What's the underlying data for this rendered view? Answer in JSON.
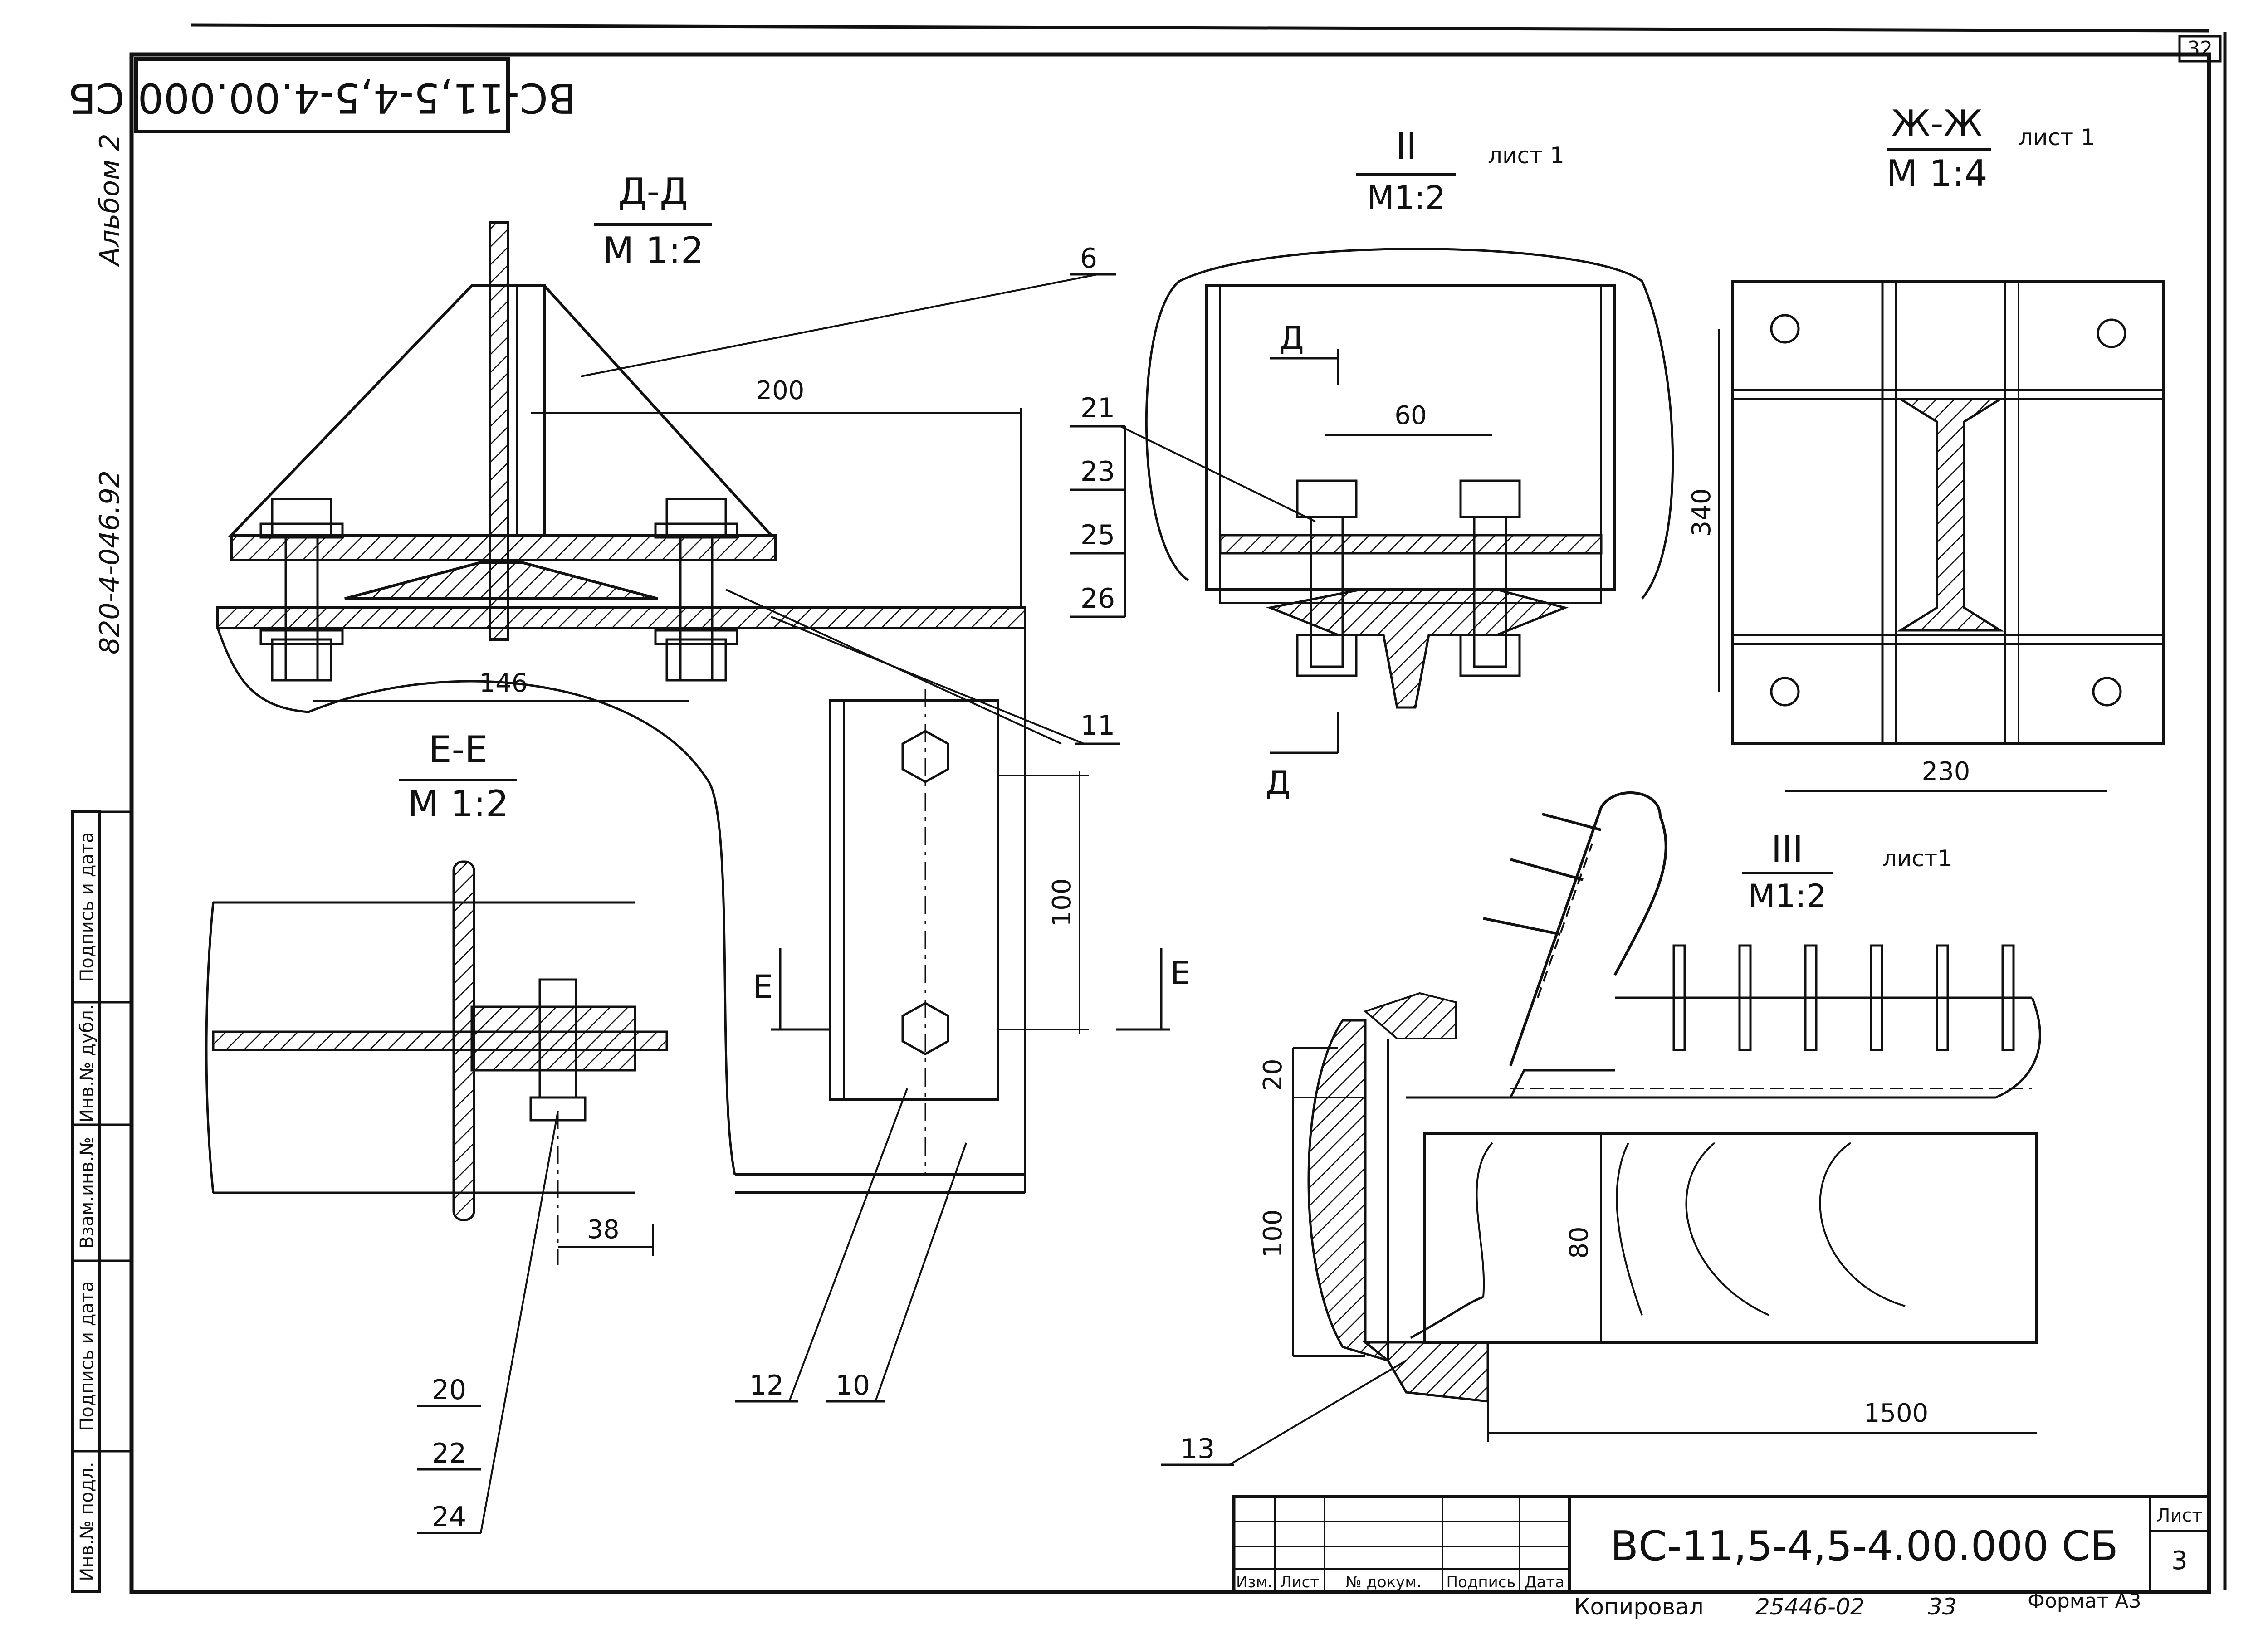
{
  "page_number": "32",
  "rotated_code": "ВС-11,5-4,5-4.00.000 СБ",
  "album": "Альбом 2",
  "series_code": "820-4-046.92",
  "left_stamp": [
    "Подпись и дата",
    "Инв.№ дубл.",
    "Взам.инв.№",
    "Подпись и дата",
    "Инв.№ подл."
  ],
  "views": {
    "dd": {
      "title": "Д-Д",
      "scale": "М 1:2"
    },
    "ee": {
      "title": "Е-Е",
      "scale": "М 1:2"
    },
    "ii": {
      "title": "II",
      "scale": "М1:2",
      "sheet": "лист 1"
    },
    "zhzh": {
      "title": "Ж-Ж",
      "scale": "М 1:4",
      "sheet": "лист 1"
    },
    "iii": {
      "title": "III",
      "scale": "М1:2",
      "sheet": "лист1"
    }
  },
  "dimensions": {
    "d200": "200",
    "d146": "146",
    "d100a": "100",
    "d38": "38",
    "d60": "60",
    "d340": "340",
    "d230": "230",
    "d20": "20",
    "d100b": "100",
    "d80": "80",
    "d1500": "1500"
  },
  "section_marks": {
    "e_left": "Е",
    "e_right": "Е",
    "d_top": "Д",
    "d_bottom": "Д"
  },
  "callouts": {
    "p6": "6",
    "p11": "11",
    "p21": "21",
    "p23": "23",
    "p25": "25",
    "p26": "26",
    "p20": "20",
    "p22": "22",
    "p24": "24",
    "p12": "12",
    "p10": "10",
    "p13": "13"
  },
  "title_block": {
    "code": "ВС-11,5-4,5-4.00.000 СБ",
    "sheet_label": "Лист",
    "sheet_number": "3",
    "columns": [
      "Изм.",
      "Лист",
      "№ докум.",
      "Подпись",
      "Дата"
    ]
  },
  "footer": {
    "copied": "Копировал",
    "order": "25446-02",
    "number": "33",
    "format": "Формат А3"
  }
}
